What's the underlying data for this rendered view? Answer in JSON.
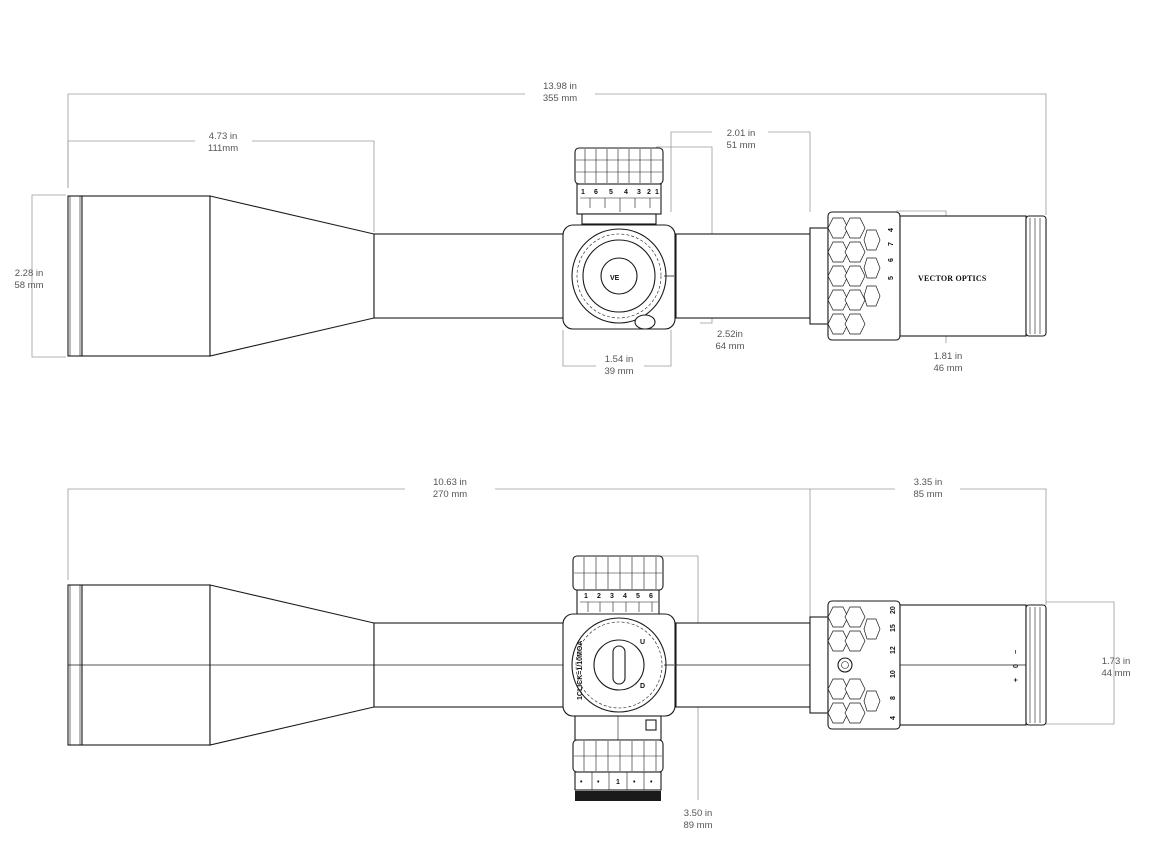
{
  "top_view": {
    "overall_length": {
      "in": "13.98 in",
      "mm": "355 mm"
    },
    "objective_length": {
      "in": "4.73 in",
      "mm": "111mm"
    },
    "eyepiece_length": {
      "in": "2.01 in",
      "mm": "51 mm"
    },
    "objective_diameter": {
      "in": "2.28 in",
      "mm": "58 mm"
    },
    "turret_base_width": {
      "in": "1.54 in",
      "mm": "39 mm"
    },
    "turret_height": {
      "in": "2.52in",
      "mm": "64 mm"
    },
    "power_ring_length": {
      "in": "1.81 in",
      "mm": "46 mm"
    },
    "brand": "VECTOR OPTICS",
    "turret_scale": [
      "1",
      "6",
      "5",
      "4",
      "3",
      "2",
      "1"
    ],
    "power_ring_numbers": [
      "4",
      "7",
      "6",
      "5"
    ]
  },
  "side_view": {
    "front_length": {
      "in": "10.63 in",
      "mm": "270 mm"
    },
    "rear_length": {
      "in": "3.35 in",
      "mm": "85 mm"
    },
    "eyepiece_diameter": {
      "in": "1.73 in",
      "mm": "44 mm"
    },
    "turret_overall": {
      "in": "3.50 in",
      "mm": "89 mm"
    },
    "turret_scale": [
      "1",
      "2",
      "3",
      "4",
      "5",
      "6"
    ],
    "dial_text": "1CLICK=1/10MOA",
    "dial_u": "U",
    "dial_d": "D",
    "power_ring_numbers": [
      "20",
      "15",
      "12",
      "10",
      "8",
      "4"
    ],
    "diopter_marks": [
      "+",
      "0",
      "−"
    ],
    "lower_dial_marks": [
      "•",
      "•",
      "1",
      "•",
      "•"
    ]
  }
}
